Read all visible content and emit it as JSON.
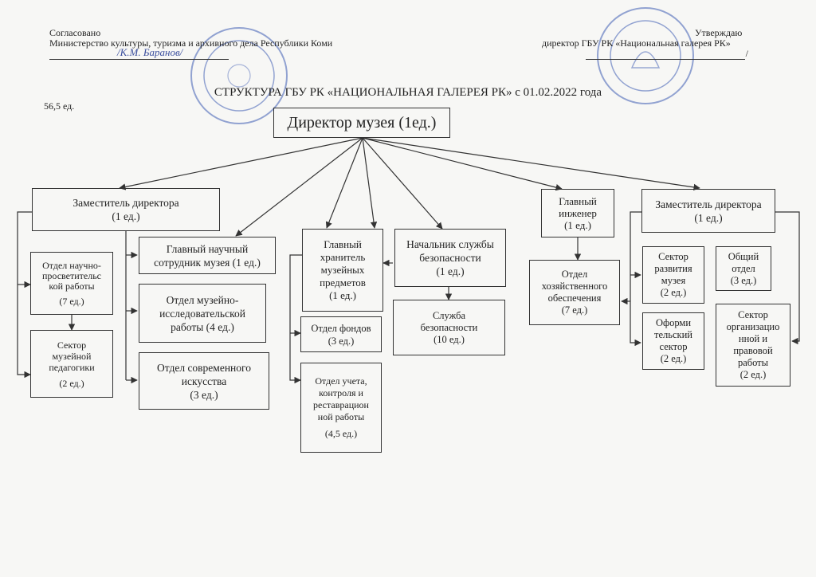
{
  "header": {
    "approved_left": "Согласовано",
    "ministry": "Министерство культуры, туризма и архивного дела Республики Коми",
    "sign_left": "/К.М. Баранов/",
    "approve_right": "Утверждаю",
    "director_gallery": "директор ГБУ РК «Национальная галерея РК»",
    "sign_right": "/"
  },
  "title": "СТРУКТУРА ГБУ РК «НАЦИОНАЛЬНАЯ ГАЛЕРЕЯ РК» с 01.02.2022 года",
  "total_units": "56,5 ед.",
  "boxes": {
    "director": [
      "Директор музея (1ед.)"
    ],
    "deputy1": [
      "Заместитель директора",
      "(1 ед.)"
    ],
    "edu_dept": [
      "Отдел научно-",
      "просветительс",
      "кой работы",
      "",
      "(7 ед.)"
    ],
    "pedagogy": [
      "Сектор",
      "музейной",
      "педагогики",
      "",
      "(2 ед.)"
    ],
    "chief_researcher": [
      "Главный научный",
      "сотрудник музея (1 ед.)"
    ],
    "research_dept": [
      "Отдел музейно-",
      "исследовательской",
      "работы (4 ед.)"
    ],
    "modern_art": [
      "Отдел современного",
      "искусства",
      "(3 ед.)"
    ],
    "chief_keeper": [
      "Главный",
      "хранитель",
      "музейных",
      "предметов",
      "(1 ед.)"
    ],
    "funds_dept": [
      "Отдел фондов",
      "(3 ед.)"
    ],
    "accounting_dept": [
      "Отдел учета,",
      "контроля и",
      "реставрацион",
      "ной работы",
      "",
      "(4,5 ед.)"
    ],
    "security_head": [
      "Начальник службы",
      "безопасности",
      "(1 ед.)"
    ],
    "security_service": [
      "Служба",
      "безопасности",
      "(10 ед.)"
    ],
    "chief_engineer": [
      "Главный",
      "инженер",
      "(1 ед.)"
    ],
    "household_dept": [
      "Отдел",
      "хозяйственного",
      "обеспечения",
      "(7 ед.)"
    ],
    "deputy2": [
      "Заместитель директора",
      "(1 ед.)"
    ],
    "museum_dev": [
      "Сектор",
      "развития",
      "музея",
      "(2 ед.)"
    ],
    "design_sector": [
      "Оформи",
      "тельский",
      "сектор",
      "(2 ед.)"
    ],
    "general_dept": [
      "Общий",
      "отдел",
      "(3 ед.)"
    ],
    "legal_sector": [
      "Сектор",
      "организацио",
      "нной и",
      "правовой",
      "работы",
      "(2 ед.)"
    ]
  },
  "colors": {
    "stamp": "#6f86c4",
    "ink": "#333333",
    "signature": "#3b4f9e"
  }
}
